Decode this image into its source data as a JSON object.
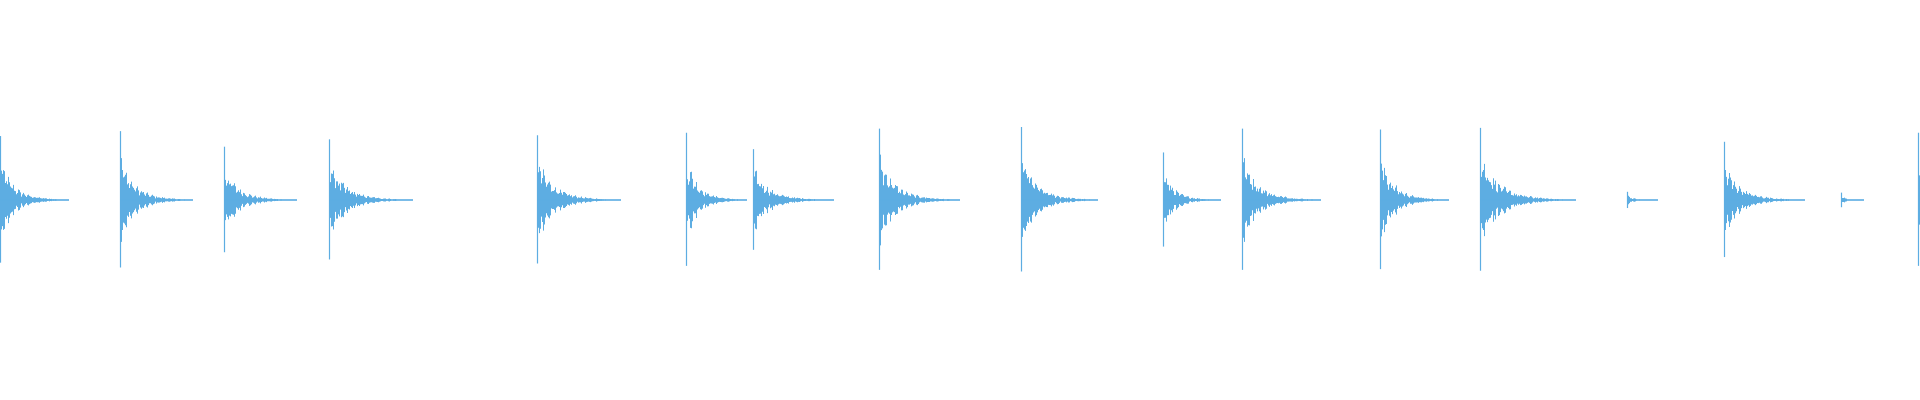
{
  "waveform": {
    "color": "#5dade2",
    "background": "#ffffff",
    "transients": [
      {
        "time": 0.0,
        "peak": 0.78,
        "decay": 0.036
      },
      {
        "time": 0.0626,
        "peak": 0.84,
        "decay": 0.038
      },
      {
        "time": 0.1165,
        "peak": 0.65,
        "decay": 0.038
      },
      {
        "time": 0.1715,
        "peak": 0.74,
        "decay": 0.044
      },
      {
        "time": 0.2796,
        "peak": 0.79,
        "decay": 0.044
      },
      {
        "time": 0.3571,
        "peak": 0.82,
        "decay": 0.032
      },
      {
        "time": 0.3922,
        "peak": 0.62,
        "decay": 0.042
      },
      {
        "time": 0.4577,
        "peak": 0.87,
        "decay": 0.042
      },
      {
        "time": 0.5316,
        "peak": 0.89,
        "decay": 0.04
      },
      {
        "time": 0.6059,
        "peak": 0.58,
        "decay": 0.03
      },
      {
        "time": 0.647,
        "peak": 0.87,
        "decay": 0.041
      },
      {
        "time": 0.719,
        "peak": 0.86,
        "decay": 0.036
      },
      {
        "time": 0.771,
        "peak": 0.88,
        "decay": 0.05
      },
      {
        "time": 0.8475,
        "peak": 0.1,
        "decay": 0.016
      },
      {
        "time": 0.898,
        "peak": 0.71,
        "decay": 0.042
      },
      {
        "time": 0.9586,
        "peak": 0.09,
        "decay": 0.012
      },
      {
        "time": 0.9987,
        "peak": 0.82,
        "decay": 0.01
      }
    ]
  }
}
